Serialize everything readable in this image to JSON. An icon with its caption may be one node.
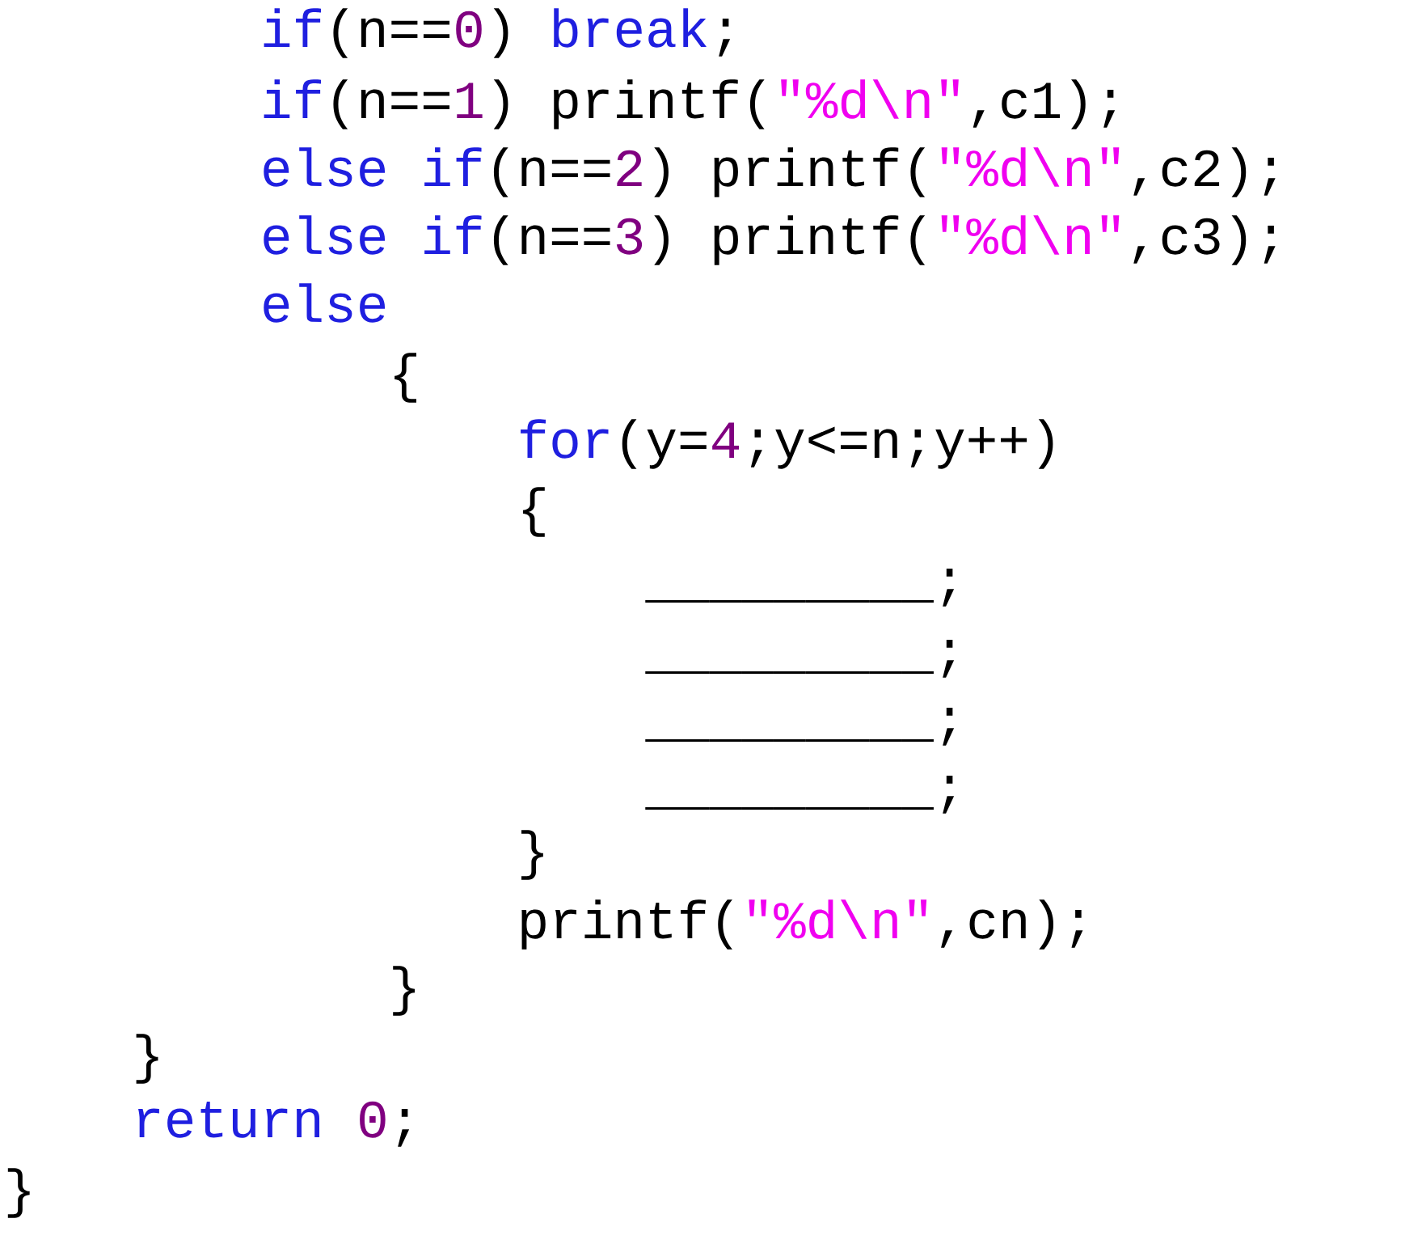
{
  "diagram": {
    "labels": [
      "if",
      "(n==",
      "0",
      ")",
      "break",
      ";",
      "if",
      "(n==",
      "1",
      ")",
      "printf(",
      "\"%d\\n\"",
      ",c1);",
      "else",
      "if",
      "(n==",
      "2",
      ")",
      "printf(",
      "\"%d\\n\"",
      ",c2);",
      "else",
      "if",
      "(n==",
      "3",
      ")",
      "printf(",
      "\"%d\\n\"",
      ",c3);",
      "else",
      "{",
      "for",
      "(",
      "y=",
      "4",
      ";y<=n;y++)",
      "{",
      "_________;",
      "_________;",
      "_________;",
      "_________;",
      "}",
      "printf(",
      "\"%d\\n\"",
      ",cn);",
      "}",
      "}",
      "return",
      "0",
      ";",
      "}"
    ]
  }
}
